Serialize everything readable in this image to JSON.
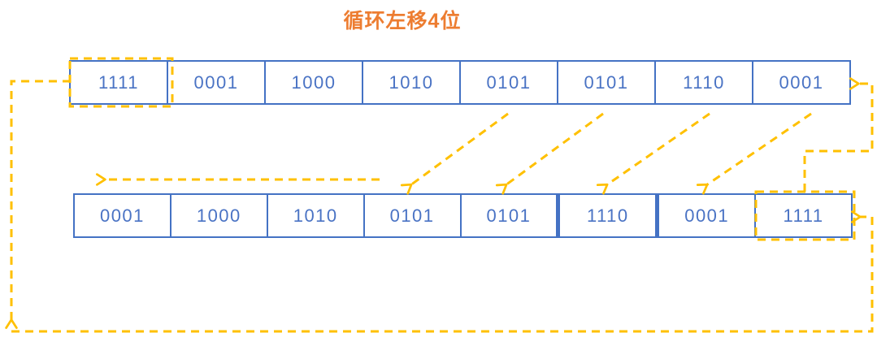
{
  "title": "循环左移4位",
  "colors": {
    "register_border": "#4472C4",
    "cell_text": "#4A73C4",
    "arrow": "#FFC000",
    "title_text": "#ED7D31"
  },
  "top_row": {
    "cells": [
      "1111",
      "0001",
      "1000",
      "1010",
      "0101",
      "0101",
      "1110",
      "0001"
    ],
    "highlighted_cell": "1111"
  },
  "bottom_row": {
    "cells": [
      "0001",
      "1000",
      "1010",
      "0101",
      "0101",
      "1110",
      "0001",
      "1111"
    ],
    "highlighted_cell": "1111"
  }
}
